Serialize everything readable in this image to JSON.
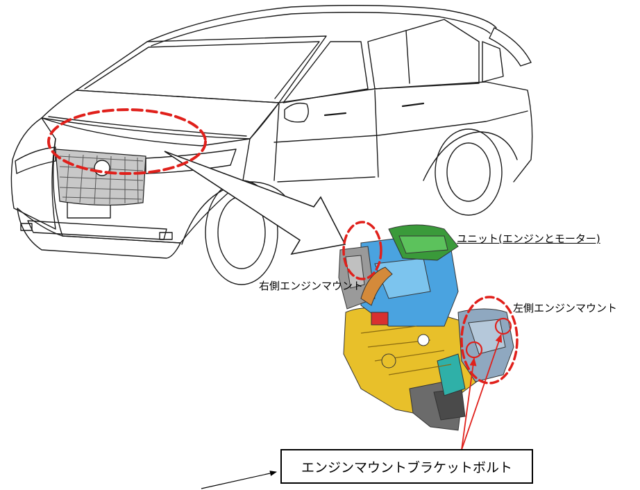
{
  "labels": {
    "unit": "ユニット(エンジンとモーター)",
    "right_mount": "右側エンジンマウント",
    "left_mount": "左側エンジンマウント",
    "bolt": "エンジンマウントブラケットボルト"
  },
  "colors": {
    "highlight_red": "#e0201b",
    "outline": "#1a1a1a",
    "engine_yellow": "#e8c02a",
    "engine_green": "#3a9a3a",
    "engine_blue": "#4aa3e0",
    "engine_teal": "#2fb0a8"
  }
}
